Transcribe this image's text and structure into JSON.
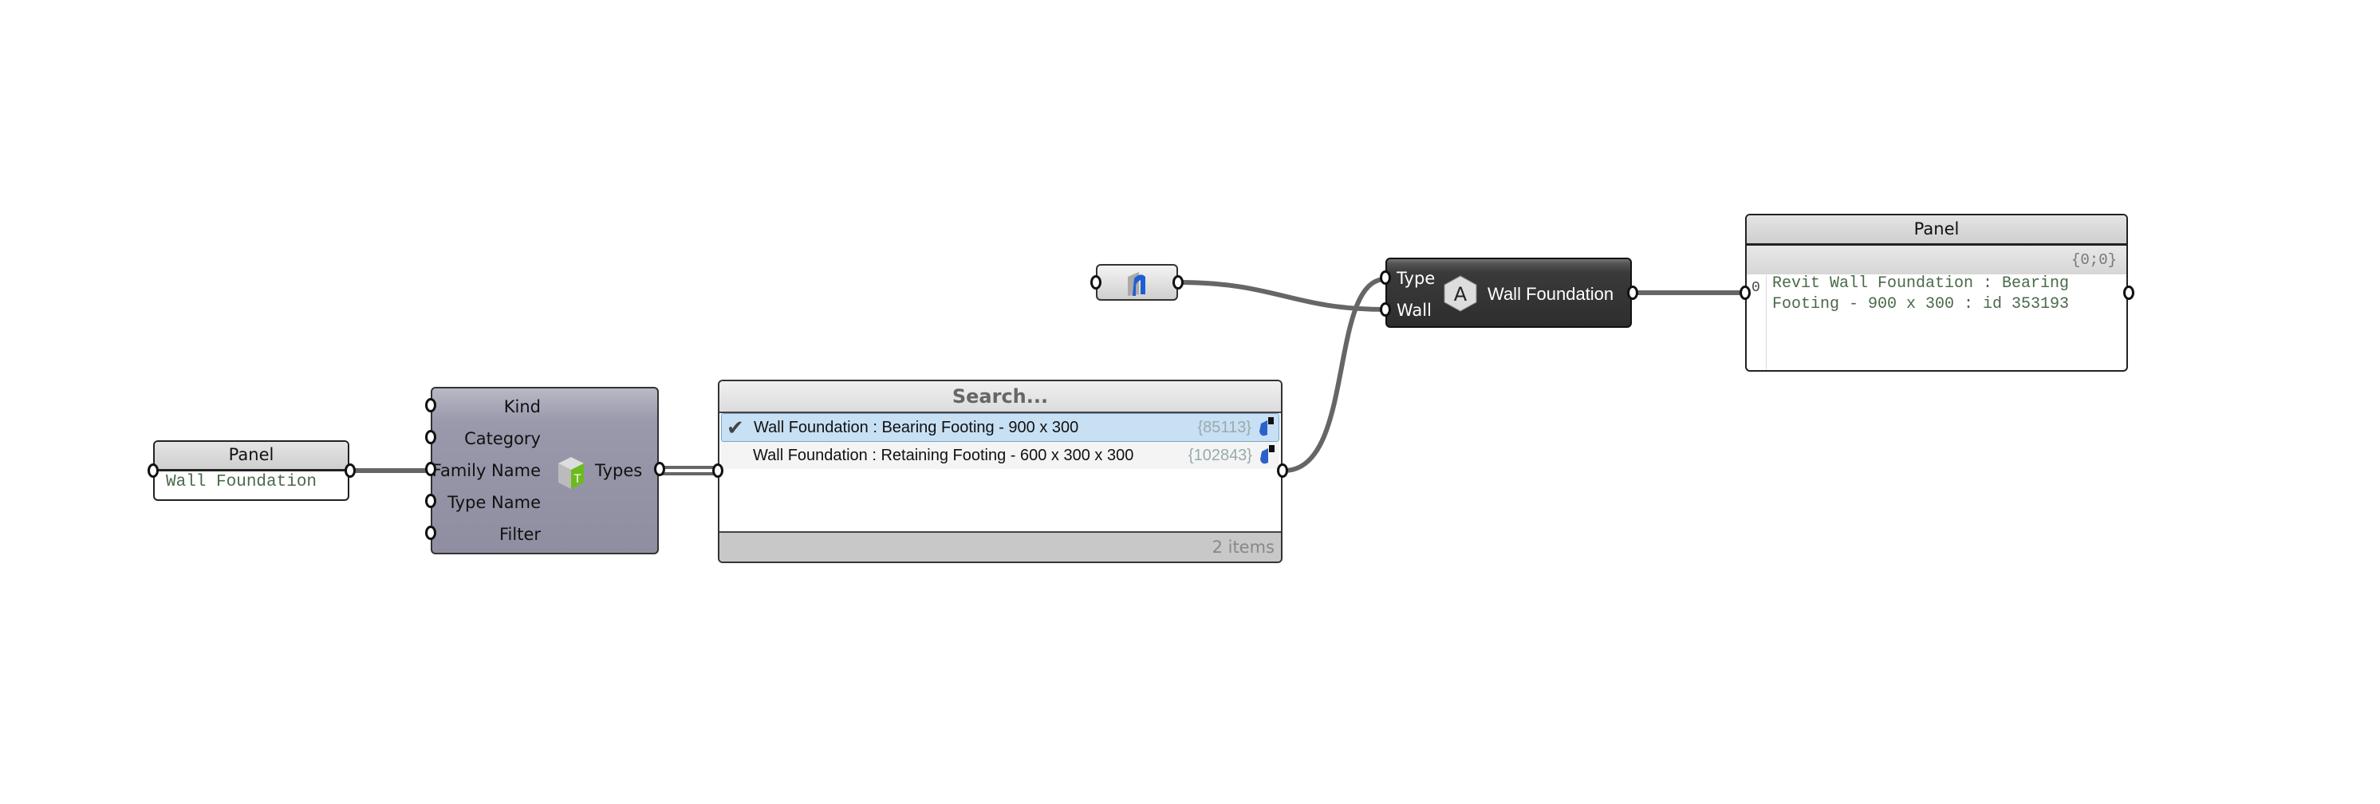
{
  "panel_input": {
    "title": "Panel",
    "value": "Wall Foundation"
  },
  "type_component": {
    "inputs": [
      "Kind",
      "Category",
      "Family Name",
      "Type Name",
      "Filter"
    ],
    "output": "Types",
    "icon": "element-type-icon"
  },
  "type_list": {
    "search_placeholder": "Search...",
    "items": [
      {
        "label": "Wall Foundation : Bearing Footing - 900 x 300",
        "id": "{85113}",
        "selected": true
      },
      {
        "label": "Wall Foundation : Retaining Footing - 600 x 300 x 300",
        "id": "{102843}",
        "selected": false
      }
    ],
    "count": "2 items"
  },
  "wall_param": {
    "icon": "revit-wall-icon"
  },
  "wall_foundation_component": {
    "inputs": [
      "Type",
      "Wall"
    ],
    "icon_letter": "A",
    "title": "Wall Foundation"
  },
  "panel_output": {
    "title": "Panel",
    "path": "{0;0}",
    "index": "0",
    "line1": "Revit Wall Foundation : Bearing",
    "line2": "Footing - 900 x 300 : id 353193"
  }
}
